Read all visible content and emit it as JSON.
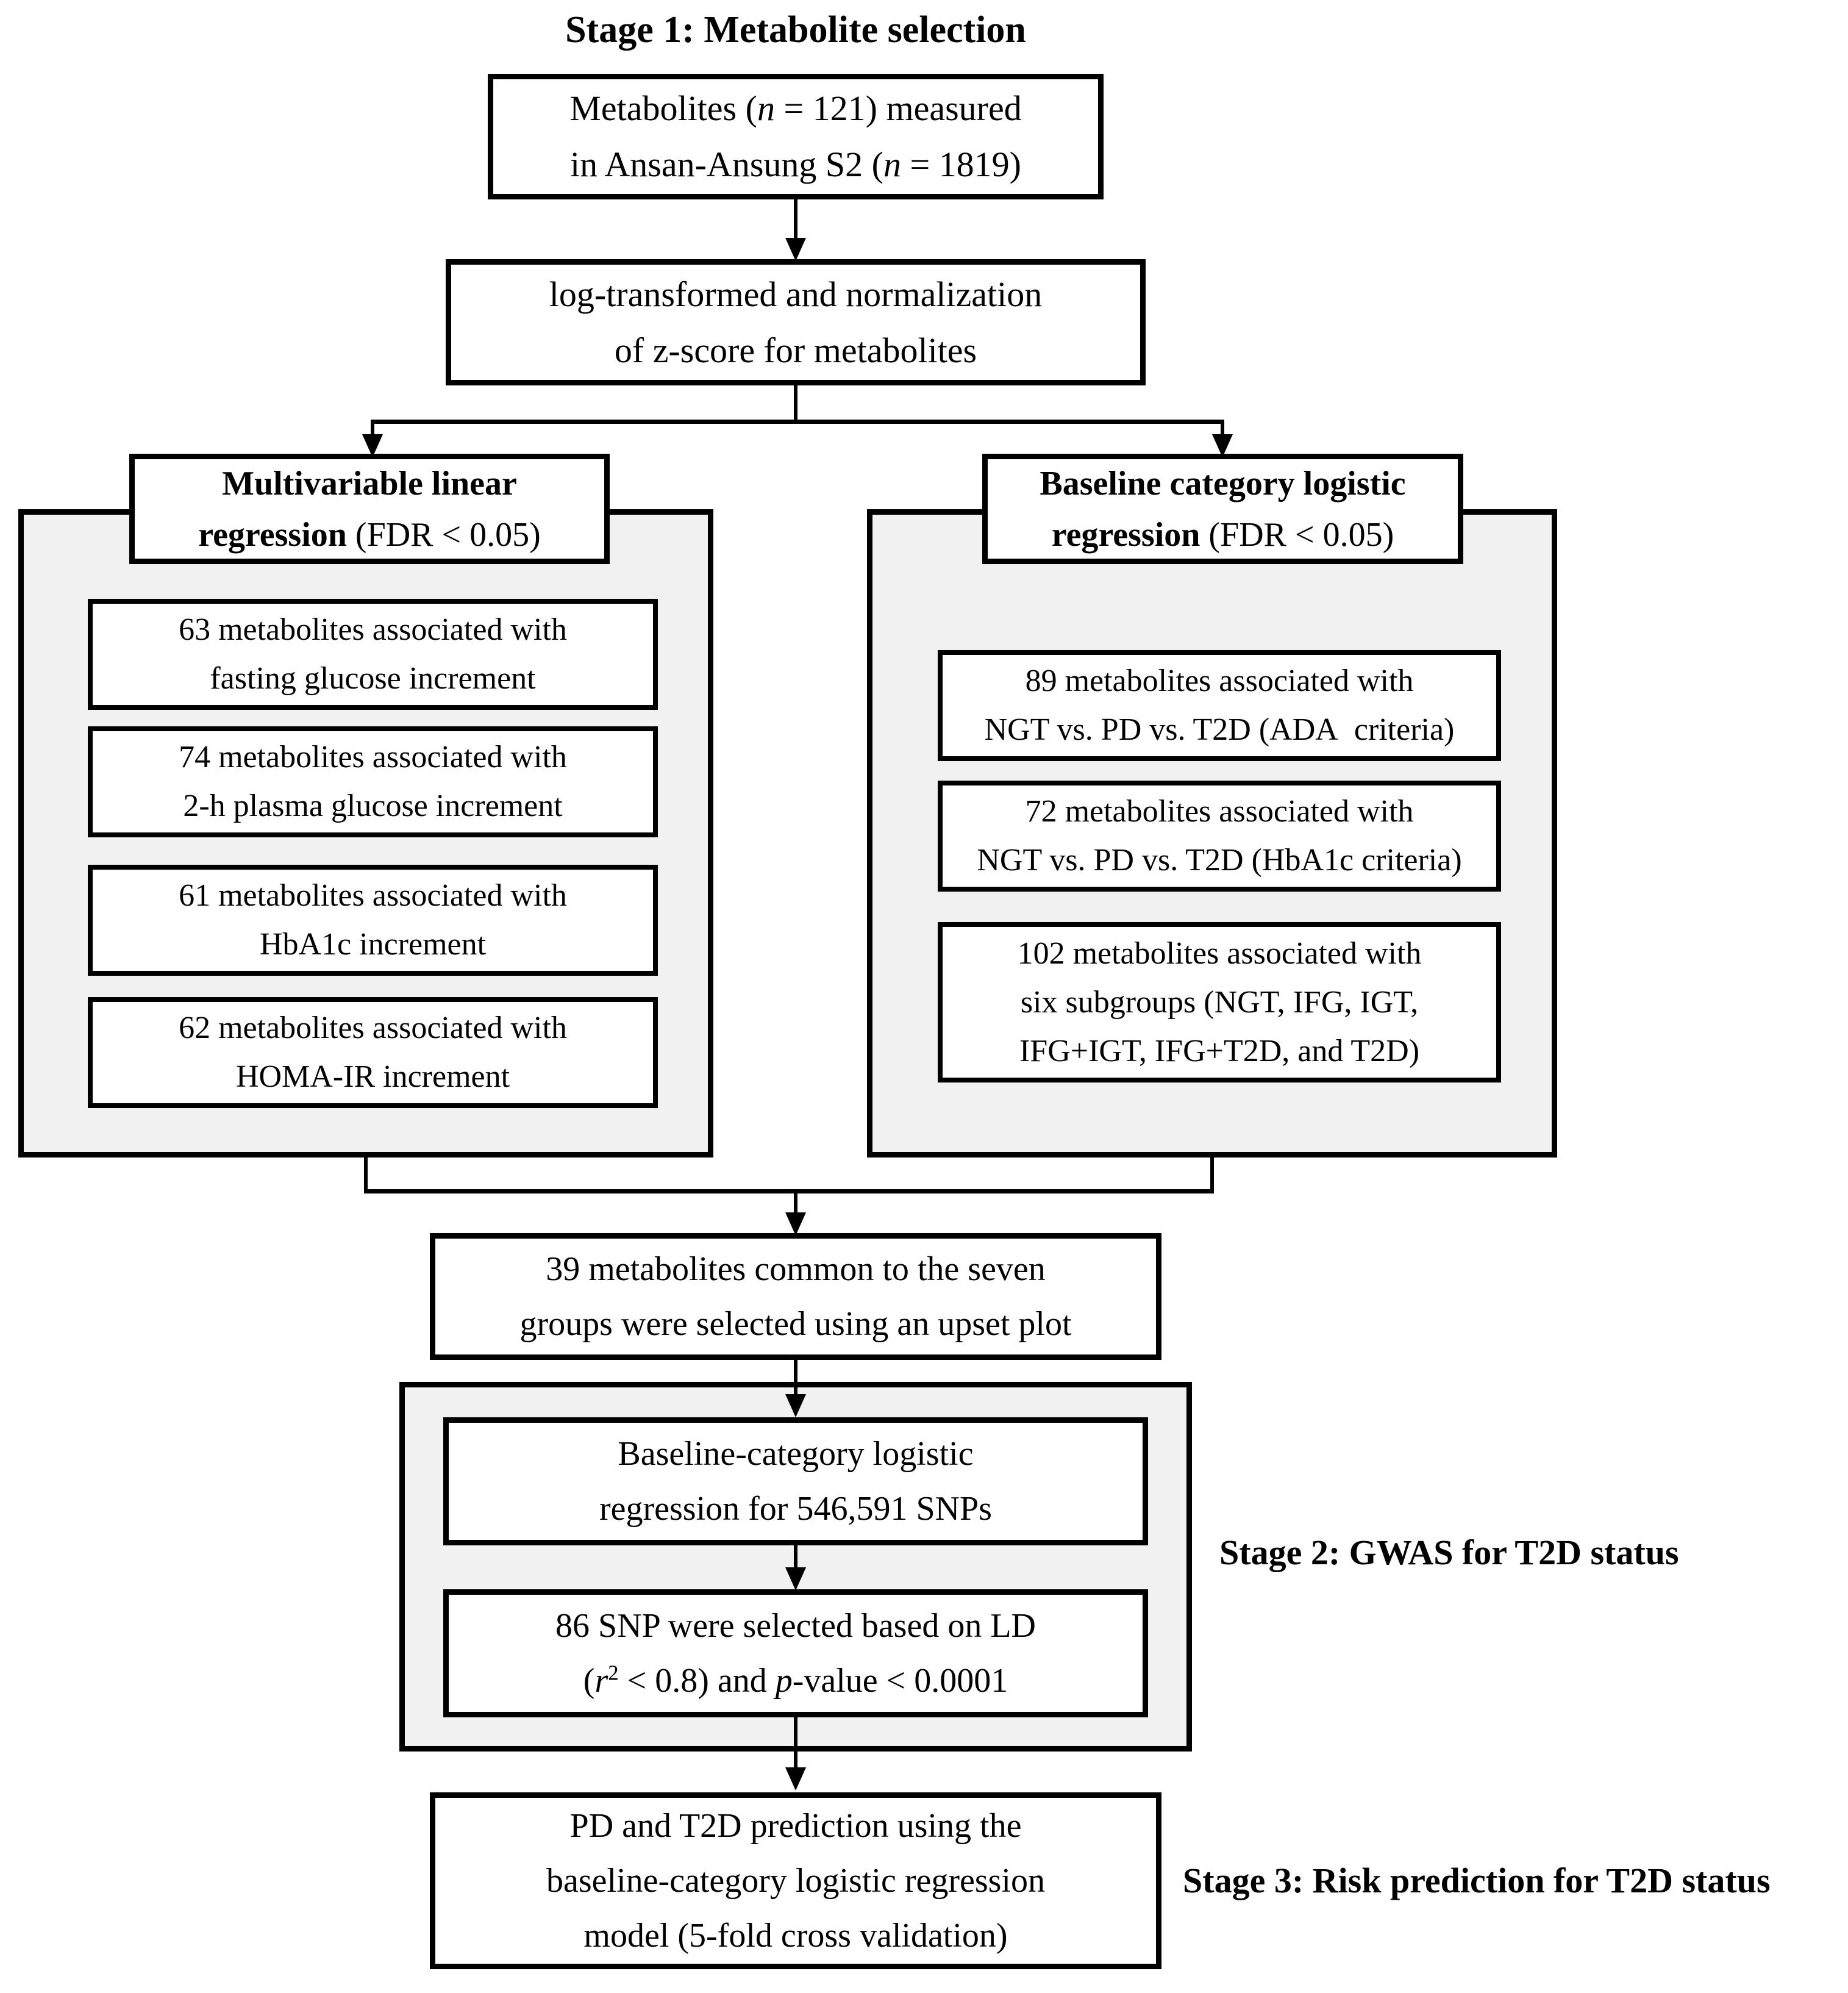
{
  "labels": {
    "stage1": "Stage 1: Metabolite selection",
    "stage2": "Stage 2: GWAS for T2D status",
    "stage3": "Stage 3: Risk prediction for T2D status"
  },
  "colors": {
    "border": "#000000",
    "container_fill": "#f1f1f1",
    "background": "#ffffff"
  },
  "boxes": {
    "metabolites": {
      "l1a": "Metabolites (",
      "l1b": "n",
      "l1c": " = 121) measured",
      "l2a": "in Ansan-Ansung S2 (",
      "l2b": "n",
      "l2c": " = 1819)"
    },
    "log_transform": {
      "line1": "log-transformed and normalization",
      "line2": "of z-score for metabolites"
    },
    "left_header": {
      "bold1": "Multivariable linear",
      "bold2": "regression",
      "rest": " (FDR < 0.05)"
    },
    "right_header": {
      "bold1": "Baseline category logistic",
      "bold2": "regression",
      "rest": " (FDR < 0.05)"
    },
    "left_items": [
      {
        "line1": "63 metabolites associated with",
        "line2": "fasting glucose increment"
      },
      {
        "line1": "74 metabolites associated with",
        "line2": "2-h plasma glucose increment"
      },
      {
        "line1": "61 metabolites associated with",
        "line2": "HbA1c increment"
      },
      {
        "line1": "62 metabolites associated with",
        "line2": "HOMA-IR increment"
      }
    ],
    "right_items": [
      {
        "line1": "89 metabolites associated with",
        "line2": "NGT vs. PD vs. T2D (ADA criteria)"
      },
      {
        "line1": "72 metabolites associated with",
        "line2": "NGT vs. PD vs. T2D (HbA1c criteria)"
      },
      {
        "line1": "102 metabolites associated with",
        "line2": "six subgroups (NGT, IFG, IGT,",
        "line3": "IFG+IGT, IFG+T2D, and T2D)"
      }
    ],
    "upset": {
      "line1": "39 metabolites common to the seven",
      "line2": "groups were selected using an upset plot"
    },
    "gwas1": {
      "line1": "Baseline-category logistic",
      "line2": "regression for 546,591 SNPs"
    },
    "gwas2": {
      "line1": "86 SNP were selected based on LD",
      "l2a": "(",
      "l2b": "r",
      "l2sup": "2",
      "l2c": " < 0.8) and ",
      "l2d": "p",
      "l2e": "-value < 0.0001"
    },
    "prediction": {
      "line1": "PD and T2D prediction using the",
      "line2": "baseline-category logistic regression",
      "line3": "model (5-fold cross validation)"
    }
  }
}
